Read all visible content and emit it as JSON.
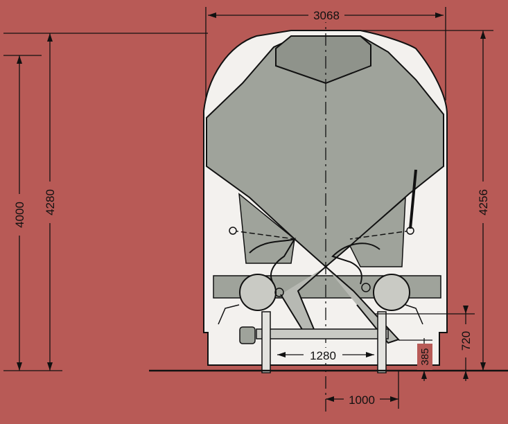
{
  "colors": {
    "background": "#b85a56",
    "outline_fill": "#f3f1ee",
    "hopper_fill": "#9fa39b",
    "line": "#111111"
  },
  "dimensions": {
    "overall_width": "3068",
    "height_left_outer": "4280",
    "height_left_inner": "4000",
    "height_right": "4256",
    "axle_gap": "1280",
    "track_gauge": "1000",
    "buffer_height": "720",
    "step_height": "385"
  }
}
